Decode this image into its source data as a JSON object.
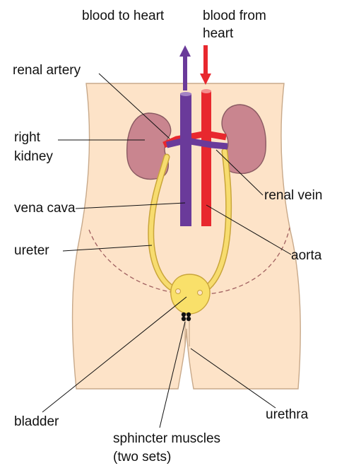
{
  "colors": {
    "skin": "#fde3c8",
    "skin_outline": "#c8a98a",
    "kidney": "#c9858f",
    "kidney_outline": "#8a5a62",
    "vein": "#6a3a9a",
    "artery": "#e8282e",
    "ureter": "#f7dc6f",
    "ureter_outline": "#c9a53a",
    "bladder": "#f9e06a",
    "sphincter": "#111111"
  },
  "labels": {
    "blood_to_heart": "blood to heart",
    "blood_from_heart_1": "blood from",
    "blood_from_heart_2": "heart",
    "renal_artery": "renal artery",
    "right_kidney_1": "right",
    "right_kidney_2": "kidney",
    "renal_vein": "renal vein",
    "vena_cava": "vena cava",
    "ureter": "ureter",
    "aorta": "aorta",
    "bladder": "bladder",
    "urethra": "urethra",
    "sphincter_1": "sphincter muscles",
    "sphincter_2": "(two sets)"
  }
}
